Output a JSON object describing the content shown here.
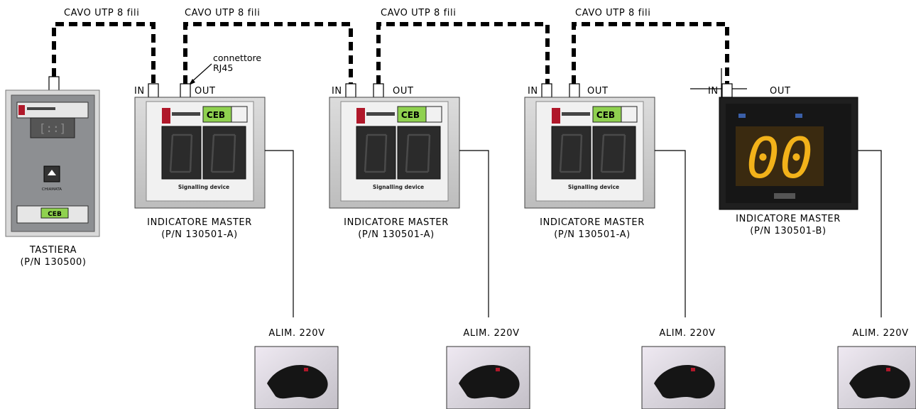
{
  "cables": [
    {
      "label": "CAVO  UTP  8  fili"
    },
    {
      "label": "CAVO  UTP  8  fili"
    },
    {
      "label": "CAVO  UTP  8  fili"
    },
    {
      "label": "CAVO  UTP  8  fili"
    }
  ],
  "connector_note": {
    "line1": "connettore",
    "line2": "RJ45"
  },
  "keypad": {
    "name": "TASTIERA",
    "part": "(P/N  130500)",
    "button_label": "CHIAMATA",
    "brand": "CEB"
  },
  "indicators": [
    {
      "in": "IN",
      "out": "OUT",
      "name": "INDICATORE  MASTER",
      "part": "(P/N  130501-A)",
      "panel_text": "Signalling device",
      "brand": "CEB",
      "variant": "A"
    },
    {
      "in": "IN",
      "out": "OUT",
      "name": "INDICATORE  MASTER",
      "part": "(P/N  130501-A)",
      "panel_text": "Signalling device",
      "brand": "CEB",
      "variant": "A"
    },
    {
      "in": "IN",
      "out": "OUT",
      "name": "INDICATORE  MASTER",
      "part": "(P/N  130501-A)",
      "panel_text": "Signalling device",
      "brand": "CEB",
      "variant": "A"
    },
    {
      "in": "IN",
      "out": "OUT",
      "name": "INDICATORE  MASTER",
      "part": "(P/N  130501-B)",
      "display": "00",
      "variant": "B"
    }
  ],
  "power": [
    {
      "label": "ALIM.  220V"
    },
    {
      "label": "ALIM.  220V"
    },
    {
      "label": "ALIM.  220V"
    },
    {
      "label": "ALIM.  220V"
    }
  ],
  "colors": {
    "line": "#000000",
    "panel_grey": "#c9c9c9",
    "display_dark": "#2b2b2b",
    "brand_green": "#8fd14f",
    "brand_red": "#b0182a",
    "led_amber": "#f2b21a"
  }
}
